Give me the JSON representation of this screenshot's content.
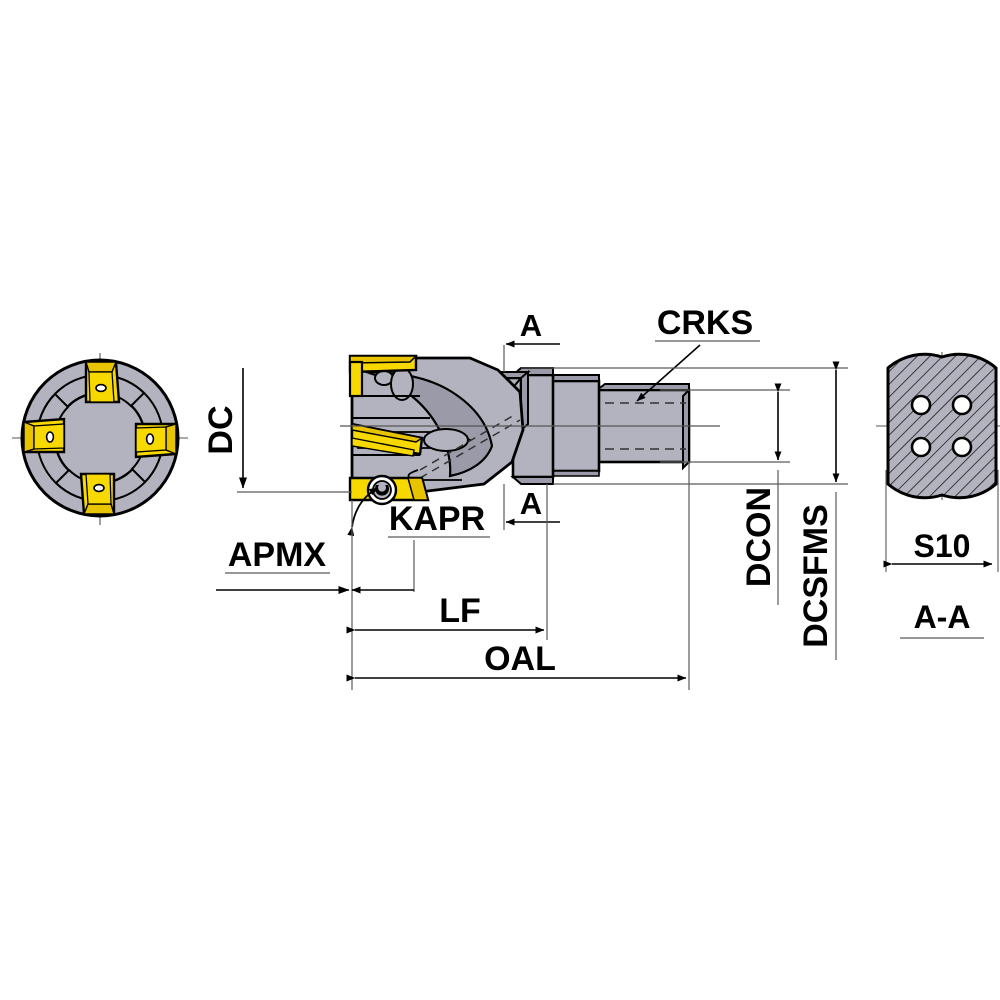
{
  "drawing": {
    "title": "Indexable Square Shoulder Milling Cutter - Dimension Diagram",
    "background_color": "#ffffff",
    "line_color": "#000000",
    "dim_line_color": "#5a5a5a",
    "body_color": "#b3b3c0",
    "body_shade": "#9a9aa8",
    "insert_color": "#f7d900",
    "insert_shade": "#e0b800",
    "hatch_color": "#1a1a1a",
    "section_fill": "#b3b3c0"
  },
  "views": {
    "front": {
      "name": "front-end-view",
      "insert_count": 4,
      "description": "end view of cutter showing four inserts"
    },
    "side": {
      "name": "side-elevation-view",
      "description": "side view of cutter body with threaded shank"
    },
    "section": {
      "name": "section-a-a-view",
      "label": "A-A",
      "hole_count": 4,
      "description": "cross section through shank showing flats and coolant holes"
    }
  },
  "labels": {
    "dc": "DC",
    "apmx": "APMX",
    "kapr": "KAPR",
    "lf": "LF",
    "oal": "OAL",
    "crks": "CRKS",
    "dcon": "DCON",
    "dcsfms": "DCSFMS",
    "s10": "S10",
    "section_top": "A",
    "section_bottom": "A",
    "section_title": "A-A"
  }
}
